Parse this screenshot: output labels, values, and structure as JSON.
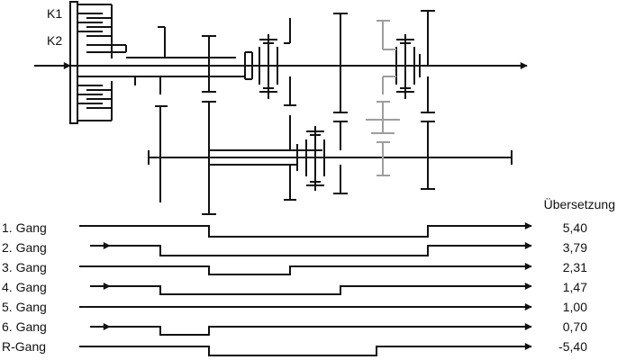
{
  "labels": {
    "clutch_1": "K1",
    "clutch_2": "K2",
    "ratio_header": "Übersetzung"
  },
  "colors": {
    "line": "#111111",
    "inactive": "#9e9e9e",
    "background": "#ffffff"
  },
  "gears": [
    {
      "name": "1. Gang",
      "ratio": "5,40"
    },
    {
      "name": "2. Gang",
      "ratio": "3,79"
    },
    {
      "name": "3. Gang",
      "ratio": "2,31"
    },
    {
      "name": "4. Gang",
      "ratio": "1,47"
    },
    {
      "name": "5. Gang",
      "ratio": "1,00"
    },
    {
      "name": "6. Gang",
      "ratio": "0,70"
    },
    {
      "name": "R-Gang",
      "ratio": "-5,40"
    }
  ]
}
